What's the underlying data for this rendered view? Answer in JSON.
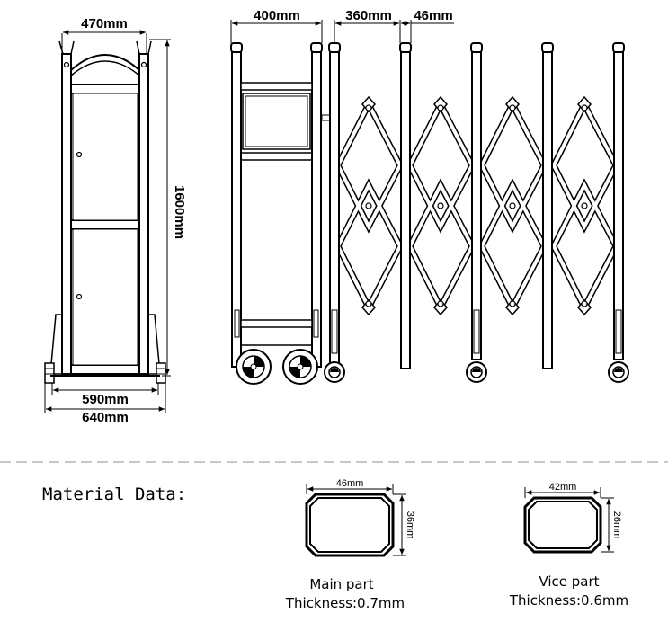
{
  "dimensions": {
    "gate_depth_top": "470mm",
    "gate_height": "1600mm",
    "gate_base_inner": "590mm",
    "gate_base_outer": "640mm",
    "head_unit_width": "400mm",
    "section_spacing": "360mm",
    "post_width": "46mm"
  },
  "material": {
    "heading": "Material Data:",
    "main": {
      "width": "46mm",
      "height": "36mm",
      "name": "Main part",
      "thickness": "Thickness:0.7mm"
    },
    "vice": {
      "width": "42mm",
      "height": "26mm",
      "name": "Vice part",
      "thickness": "Thickness:0.6mm"
    }
  },
  "colors": {
    "line": "#000000",
    "divider": "#c8c8c8",
    "background": "#ffffff"
  }
}
